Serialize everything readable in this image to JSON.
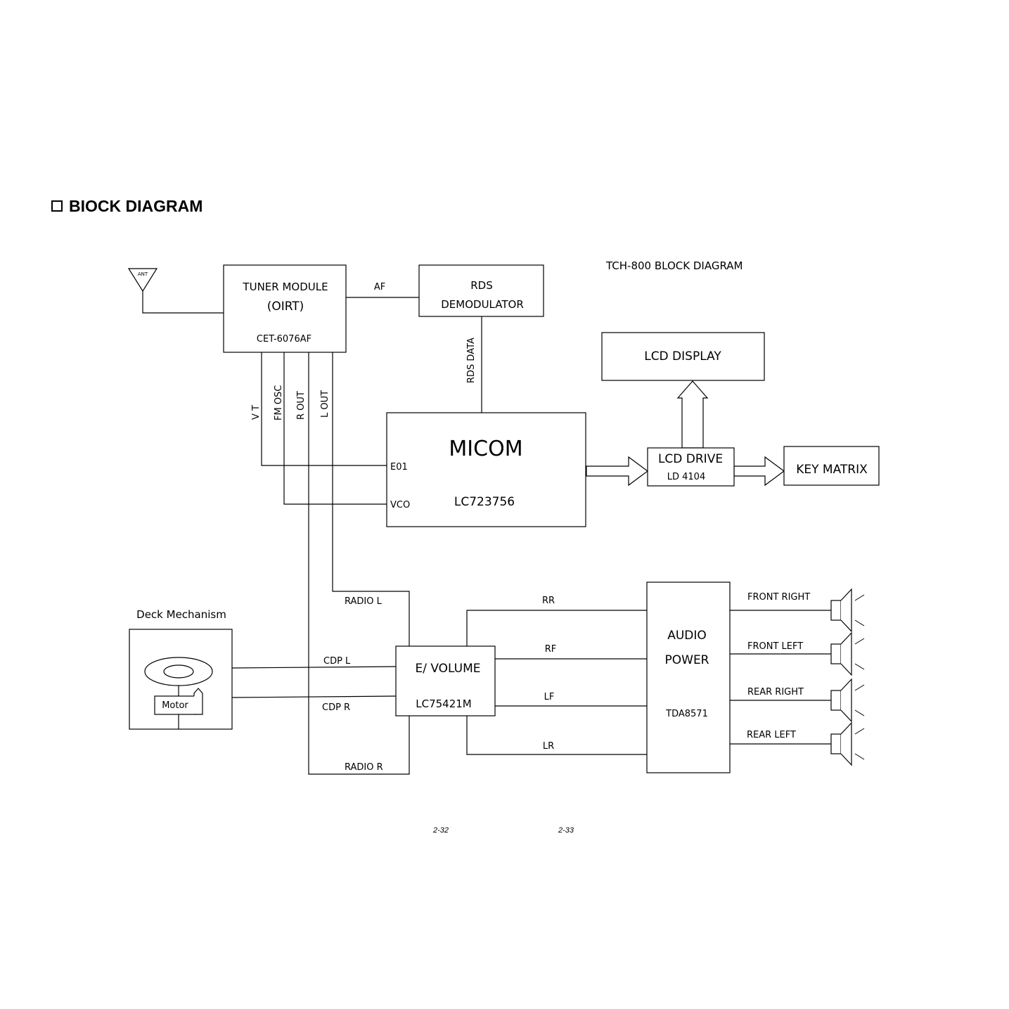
{
  "section_heading": "BIOCK DIAGRAM",
  "diagram_title": "TCH-800 BLOCK DIAGRAM",
  "antenna": {
    "label": "ANT"
  },
  "tuner": {
    "line1": "TUNER MODULE",
    "line2": "(OIRT)",
    "part": "CET-6076AF"
  },
  "rds": {
    "line1": "RDS",
    "line2": "DEMODULATOR"
  },
  "lcd_display": {
    "label": "LCD DISPLAY"
  },
  "micom": {
    "title": "MICOM",
    "part": "LC723756",
    "pin_eo": "E01",
    "pin_vco": "VCO"
  },
  "lcd_drive": {
    "title": "LCD DRIVE",
    "part": "LD 4104"
  },
  "key_matrix": {
    "label": "KEY MATRIX"
  },
  "deck": {
    "title": "Deck Mechanism",
    "motor": "Motor"
  },
  "evolume": {
    "title": "E/ VOLUME",
    "part": "LC75421M"
  },
  "audio_power": {
    "line1": "AUDIO",
    "line2": "POWER",
    "part": "TDA8571"
  },
  "signals": {
    "af": "AF",
    "rds_data": "RDS DATA",
    "vt": "V T",
    "fm_osc": "FM OSC",
    "r_out": "R OUT",
    "l_out": "L OUT",
    "radio_l": "RADIO L",
    "radio_r": "RADIO R",
    "cdp_l": "CDP L",
    "cdp_r": "CDP R",
    "rr": "RR",
    "rf": "RF",
    "lf": "LF",
    "lr": "LR"
  },
  "speakers": [
    "FRONT RIGHT",
    "FRONT LEFT",
    "REAR RIGHT",
    "REAR LEFT"
  ],
  "page_numbers": {
    "left": "2-32",
    "right": "2-33"
  }
}
